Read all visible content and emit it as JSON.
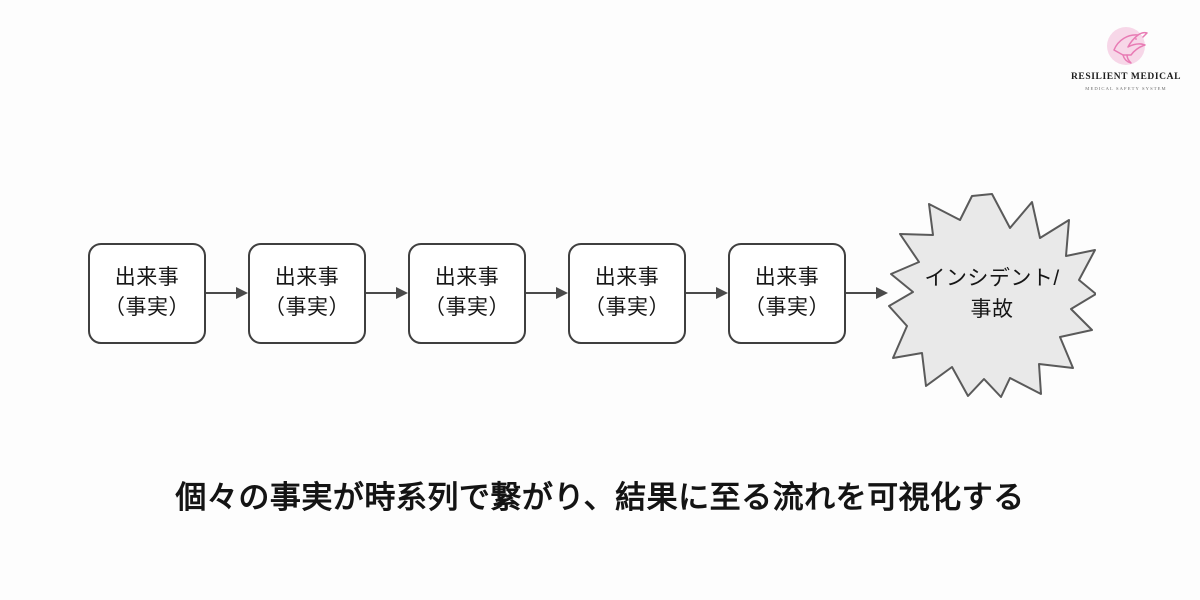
{
  "slide": {
    "background_color": "#fdfdfd"
  },
  "brand": {
    "name": "RESILIENT MEDICAL",
    "tagline": "MEDICAL SAFETY SYSTEM",
    "mark_icon": "dove-icon",
    "mark_color": "#e87bb4",
    "mark_circle_color": "#f7d7e8"
  },
  "diagram": {
    "type": "flow",
    "border_color": "#3f3f3f",
    "connector_color": "#4a4a4a",
    "steps": [
      {
        "line1": "出来事",
        "line2": "（事実）"
      },
      {
        "line1": "出来事",
        "line2": "（事実）"
      },
      {
        "line1": "出来事",
        "line2": "（事実）"
      },
      {
        "line1": "出来事",
        "line2": "（事実）"
      },
      {
        "line1": "出来事",
        "line2": "（事実）"
      }
    ],
    "outcome": {
      "line1": "インシデント/",
      "line2": "事故",
      "fill_color": "#e9e9e9",
      "stroke_color": "#5a5a5a",
      "shape": "starburst"
    }
  },
  "caption": {
    "text": "個々の事実が時系列で繋がり、結果に至る流れを可視化する"
  }
}
